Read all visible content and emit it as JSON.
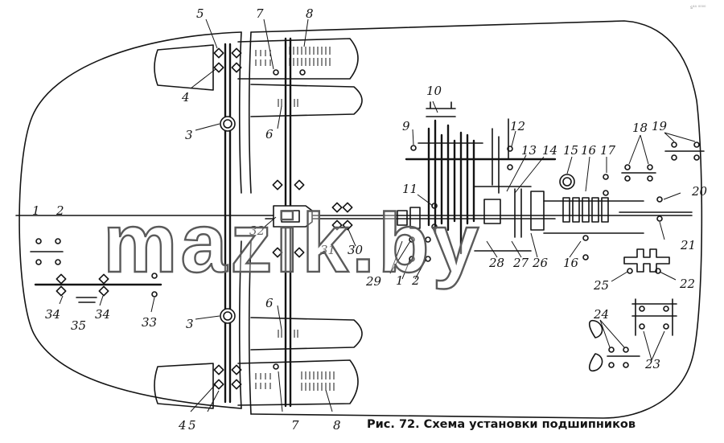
{
  "caption": "Рис. 72. Схема установки подшипников",
  "watermark": "mazik.by",
  "corner_mark": "s⁴⁴ ⁰⁰⁰⁰",
  "labels": [
    {
      "id": "l-1-left",
      "text": "1"
    },
    {
      "id": "l-2-left",
      "text": "2"
    },
    {
      "id": "l-34a",
      "text": "34"
    },
    {
      "id": "l-35",
      "text": "35"
    },
    {
      "id": "l-34b",
      "text": "34"
    },
    {
      "id": "l-33",
      "text": "33"
    },
    {
      "id": "l-5-top",
      "text": "5"
    },
    {
      "id": "l-4-top",
      "text": "4"
    },
    {
      "id": "l-3-top",
      "text": "3"
    },
    {
      "id": "l-7-top",
      "text": "7"
    },
    {
      "id": "l-8-top",
      "text": "8"
    },
    {
      "id": "l-6-top",
      "text": "6"
    },
    {
      "id": "l-32",
      "text": "32"
    },
    {
      "id": "l-31",
      "text": "31"
    },
    {
      "id": "l-30",
      "text": "30"
    },
    {
      "id": "l-3-bot",
      "text": "3"
    },
    {
      "id": "l-6-bot",
      "text": "6"
    },
    {
      "id": "l-4-bot",
      "text": "4"
    },
    {
      "id": "l-5-bot",
      "text": "5"
    },
    {
      "id": "l-7-bot",
      "text": "7"
    },
    {
      "id": "l-8-bot",
      "text": "8"
    },
    {
      "id": "l-10",
      "text": "10"
    },
    {
      "id": "l-9",
      "text": "9"
    },
    {
      "id": "l-12",
      "text": "12"
    },
    {
      "id": "l-13",
      "text": "13"
    },
    {
      "id": "l-14",
      "text": "14"
    },
    {
      "id": "l-15",
      "text": "15"
    },
    {
      "id": "l-16a",
      "text": "16"
    },
    {
      "id": "l-17",
      "text": "17"
    },
    {
      "id": "l-18",
      "text": "18"
    },
    {
      "id": "l-19",
      "text": "19"
    },
    {
      "id": "l-20",
      "text": "20"
    },
    {
      "id": "l-11",
      "text": "11"
    },
    {
      "id": "l-21",
      "text": "21"
    },
    {
      "id": "l-29",
      "text": "29"
    },
    {
      "id": "l-1-mid",
      "text": "1"
    },
    {
      "id": "l-2-mid",
      "text": "2"
    },
    {
      "id": "l-28",
      "text": "28"
    },
    {
      "id": "l-27",
      "text": "27"
    },
    {
      "id": "l-26",
      "text": "26"
    },
    {
      "id": "l-16b",
      "text": "16"
    },
    {
      "id": "l-25",
      "text": "25"
    },
    {
      "id": "l-22",
      "text": "22"
    },
    {
      "id": "l-24",
      "text": "24"
    },
    {
      "id": "l-23",
      "text": "23"
    }
  ]
}
